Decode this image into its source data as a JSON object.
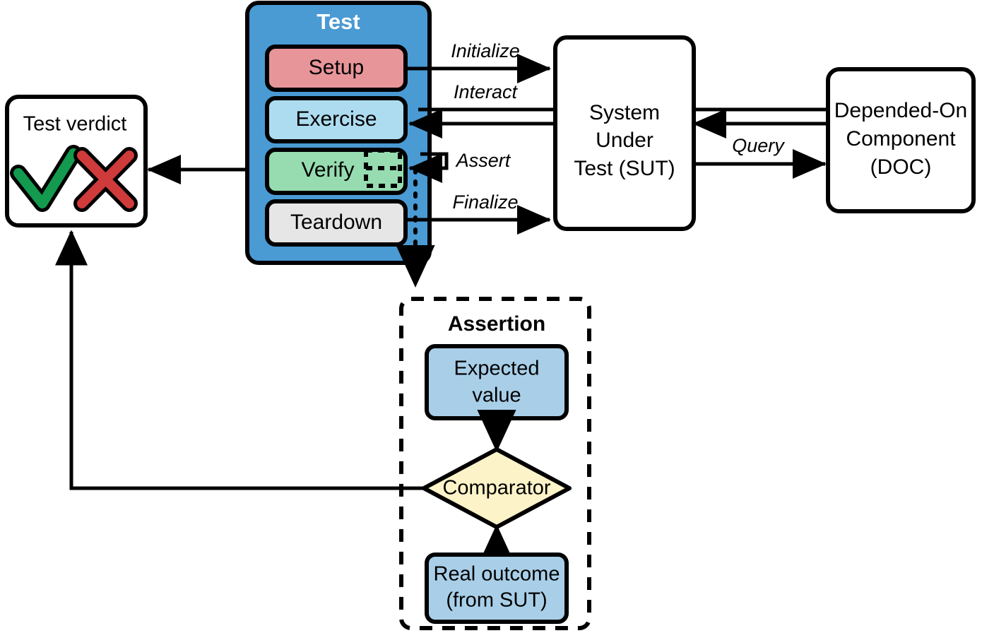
{
  "diagram": {
    "title": "Test automation: four-phase test with SUT, DOC and assertion",
    "colors": {
      "test_container": "#4a9ad4",
      "setup": "#e8959a",
      "exercise": "#addcf0",
      "verify": "#96dcb0",
      "teardown": "#e6e6e6",
      "expected_value": "#a9cfe8",
      "real_outcome": "#a9cfe8",
      "comparator": "#fcf3c8",
      "stroke": "#000000",
      "verdict_pass": "#139a4e",
      "verdict_fail": "#cf3a3a",
      "white": "#ffffff"
    }
  },
  "verdict": {
    "label": "Test verdict",
    "pass_icon": "check-mark-icon",
    "fail_icon": "cross-mark-icon"
  },
  "test": {
    "title": "Test",
    "phases": [
      {
        "label": "Setup",
        "name": "setup"
      },
      {
        "label": "Exercise",
        "name": "exercise"
      },
      {
        "label": "Verify",
        "name": "verify"
      },
      {
        "label": "Teardown",
        "name": "teardown"
      }
    ],
    "verify_placeholder_icon": "assertion-placeholder-icon"
  },
  "sut": {
    "line1": "System",
    "line2": "Under",
    "line3": "Test (SUT)"
  },
  "doc": {
    "line1": "Depended-On",
    "line2": "Component",
    "line3": "(DOC)"
  },
  "edges": {
    "initialize": "Initialize",
    "interact": "Interact",
    "assert": "Assert",
    "finalize": "Finalize",
    "query": "Query"
  },
  "assertion": {
    "title": "Assertion",
    "expected": {
      "line1": "Expected",
      "line2": "value"
    },
    "comparator": "Comparator",
    "real": {
      "line1": "Real outcome",
      "line2": "(from SUT)"
    }
  }
}
